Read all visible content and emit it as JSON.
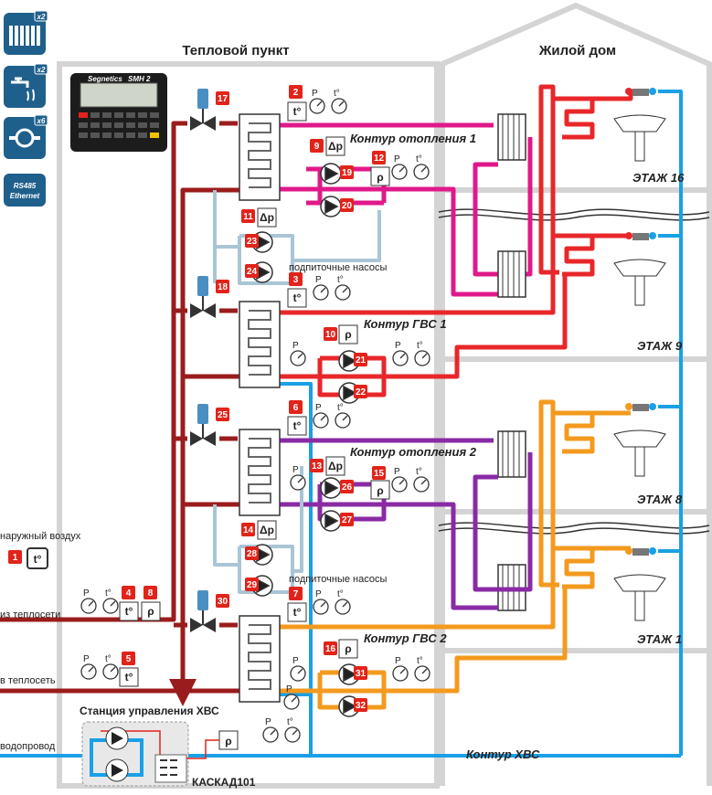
{
  "sections": {
    "substation": "Тепловой пункт",
    "house": "Жилой дом"
  },
  "loops": {
    "heating1": "Контур отопления 1",
    "dhw1": "Контур ГВС 1",
    "heating2": "Контур отопления 2",
    "dhw2": "Контур ГВС 2",
    "cold_water": "Контур ХВС"
  },
  "floors": {
    "f16": "ЭТАЖ 16",
    "f9": "ЭТАЖ 9",
    "f8": "ЭТАЖ 8",
    "f1": "ЭТАЖ 1"
  },
  "labels": {
    "makeup_pumps_1": "подпиточные насосы",
    "makeup_pumps_2": "подпиточные насосы",
    "outdoor_air": "наружный воздух",
    "from_network": "из теплосети",
    "to_network": "в теплосеть",
    "water_main": "водопровод",
    "cws_station": "Станция управления ХВС",
    "cascade": "КАСКАД101"
  },
  "side_icons": [
    {
      "icon": "radiator-icon",
      "count": "x2"
    },
    {
      "icon": "tap-icon",
      "count": "x2"
    },
    {
      "icon": "pump-icon",
      "count": "x6"
    },
    {
      "icon": "network-icon",
      "text1": "RS485",
      "text2": "Ethernet"
    }
  ],
  "controller_brand": "Segnetics",
  "controller_model": "SMH 2",
  "symbols": {
    "pressure": "P",
    "temperature": "t°",
    "delta_p": "Δp",
    "p_sensor": "ρ"
  },
  "badges": [
    "1",
    "2",
    "3",
    "4",
    "5",
    "6",
    "7",
    "8",
    "9",
    "10",
    "11",
    "12",
    "13",
    "14",
    "15",
    "16",
    "17",
    "18",
    "19",
    "20",
    "21",
    "22",
    "23",
    "24",
    "25",
    "26",
    "27",
    "28",
    "29",
    "30",
    "31",
    "32"
  ],
  "colors": {
    "network": "#9b1c1c",
    "heating1": "#e0198a",
    "dhw": "#e8272a",
    "heating2": "#8a2aa5",
    "dhw2": "#f39a1e",
    "cold_water": "#1aa0e6",
    "makeup": "#a9c5d6",
    "badge": "#e2231a",
    "icon_bg": "#1f5f8b",
    "wall": "#d4d4d4"
  }
}
